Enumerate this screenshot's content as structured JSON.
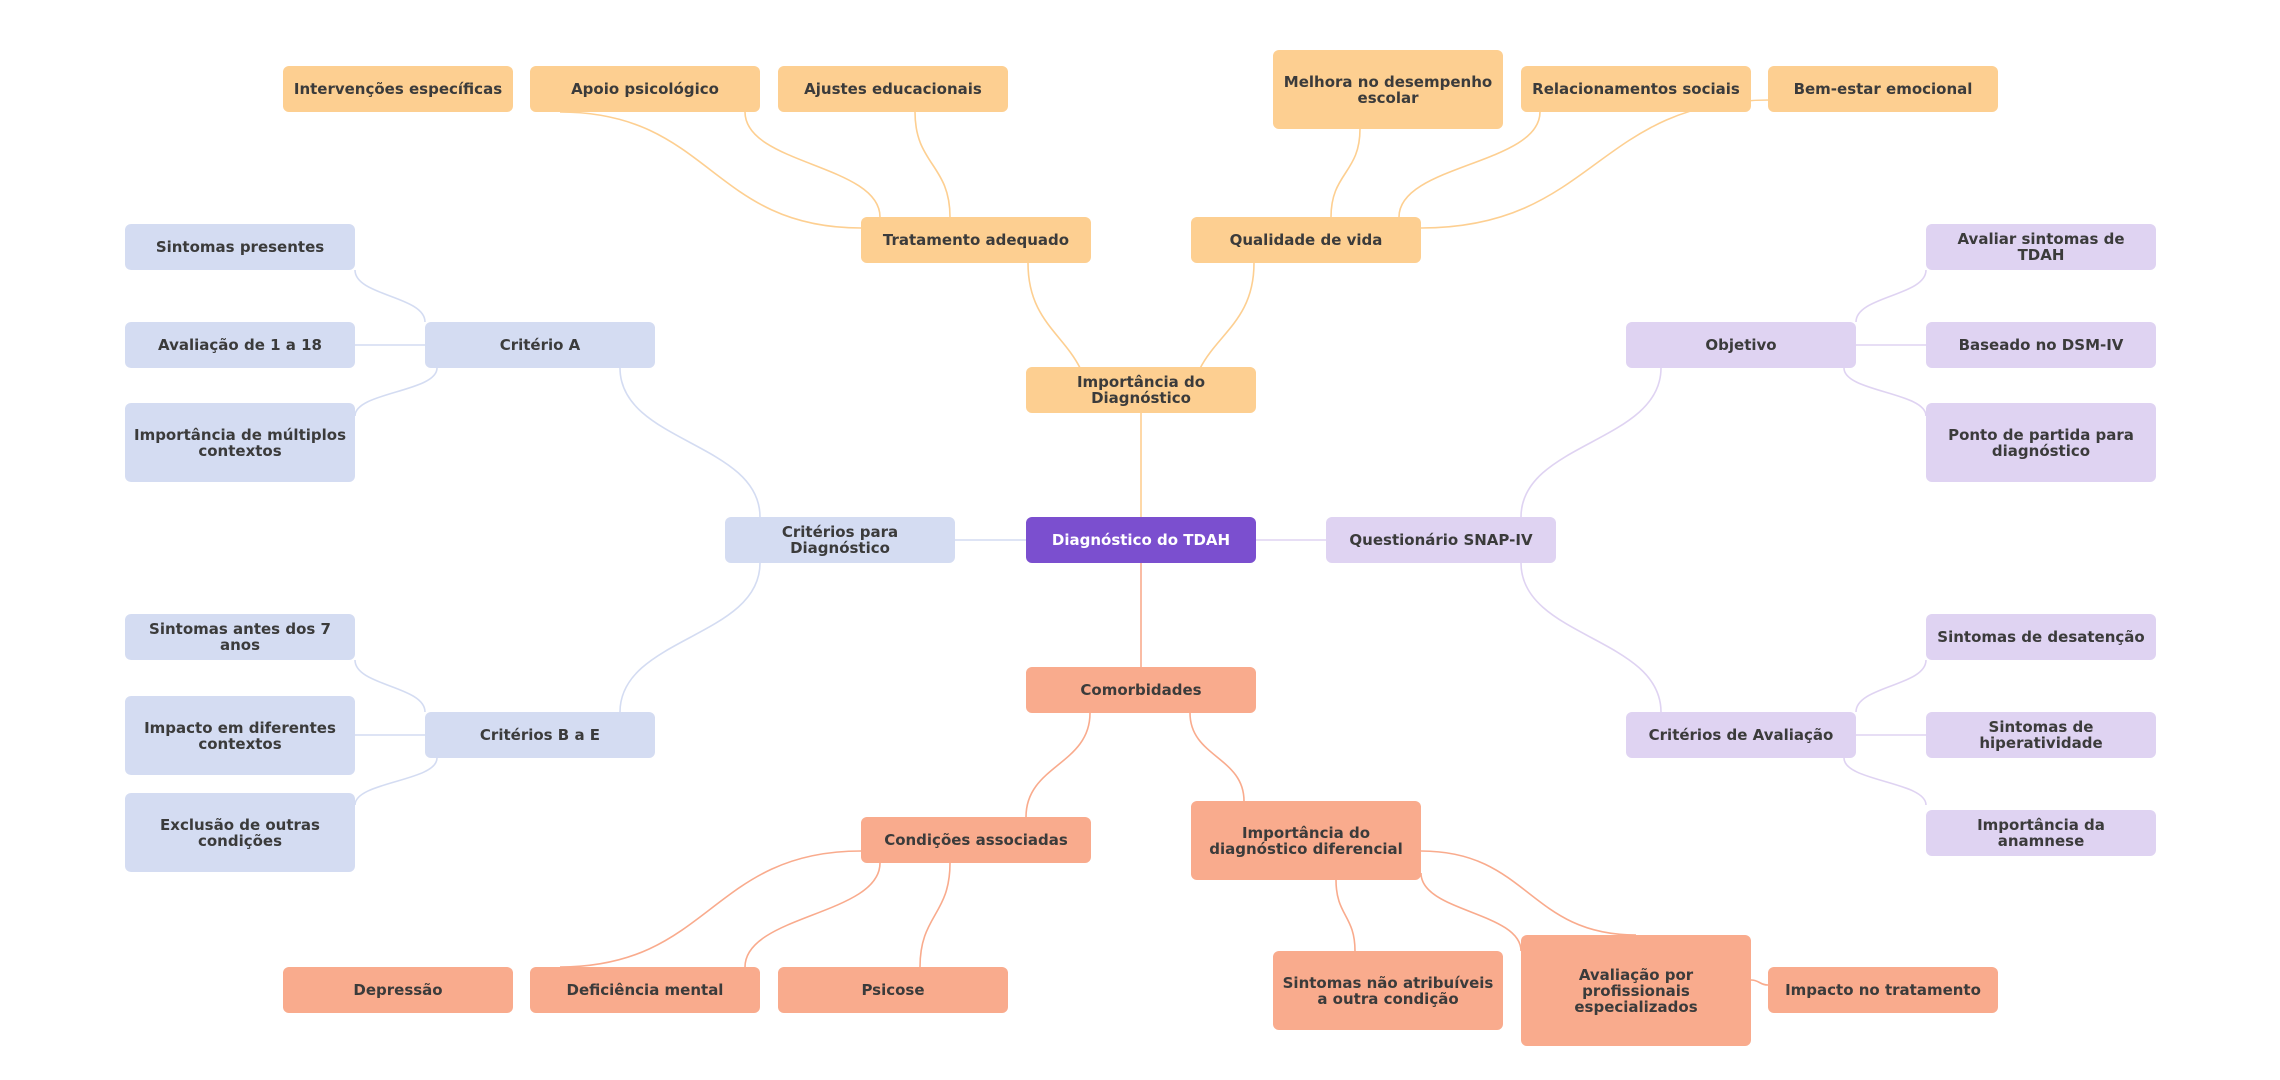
{
  "colors": {
    "center": "#7b4fcf",
    "importance": "#fdcf91",
    "criteria": "#d4dcf2",
    "snap": "#dfd3f2",
    "comorbid": "#f9ab8d",
    "importance_link": "#fdcf91",
    "criteria_link": "#d4dcf2",
    "snap_link": "#dfd3f2",
    "comorbid_link": "#f9ab8d"
  },
  "center": "Diagnóstico do TDAH",
  "importance": {
    "label": "Importância do Diagnóstico",
    "treatment": {
      "label": "Tratamento adequado",
      "children": [
        "Intervenções específicas",
        "Apoio psicológico",
        "Ajustes educacionais"
      ]
    },
    "quality": {
      "label": "Qualidade de vida",
      "children": [
        "Melhora no desempenho escolar",
        "Relacionamentos sociais",
        "Bem-estar emocional"
      ]
    }
  },
  "criteria": {
    "label": "Critérios para Diagnóstico",
    "a": {
      "label": "Critério A",
      "children": [
        "Sintomas presentes",
        "Avaliação de 1 a 18",
        "Importância de múltiplos contextos"
      ]
    },
    "be": {
      "label": "Critérios B a E",
      "children": [
        "Sintomas antes dos 7 anos",
        "Impacto em diferentes contextos",
        "Exclusão de outras condições"
      ]
    }
  },
  "snap": {
    "label": "Questionário SNAP-IV",
    "objective": {
      "label": "Objetivo",
      "children": [
        "Avaliar sintomas de TDAH",
        "Baseado no DSM-IV",
        "Ponto de partida para diagnóstico"
      ]
    },
    "evaluation": {
      "label": "Critérios de Avaliação",
      "children": [
        "Sintomas de desatenção",
        "Sintomas de hiperatividade",
        "Importância da anamnese"
      ]
    }
  },
  "comorbid": {
    "label": "Comorbidades",
    "associated": {
      "label": "Condições associadas",
      "children": [
        "Depressão",
        "Deficiência mental",
        "Psicose"
      ]
    },
    "differential": {
      "label": "Importância do diagnóstico diferencial",
      "children": [
        "Sintomas não atribuíveis a outra condição",
        "Avaliação por profissionais especializados",
        "Impacto no tratamento"
      ]
    }
  }
}
